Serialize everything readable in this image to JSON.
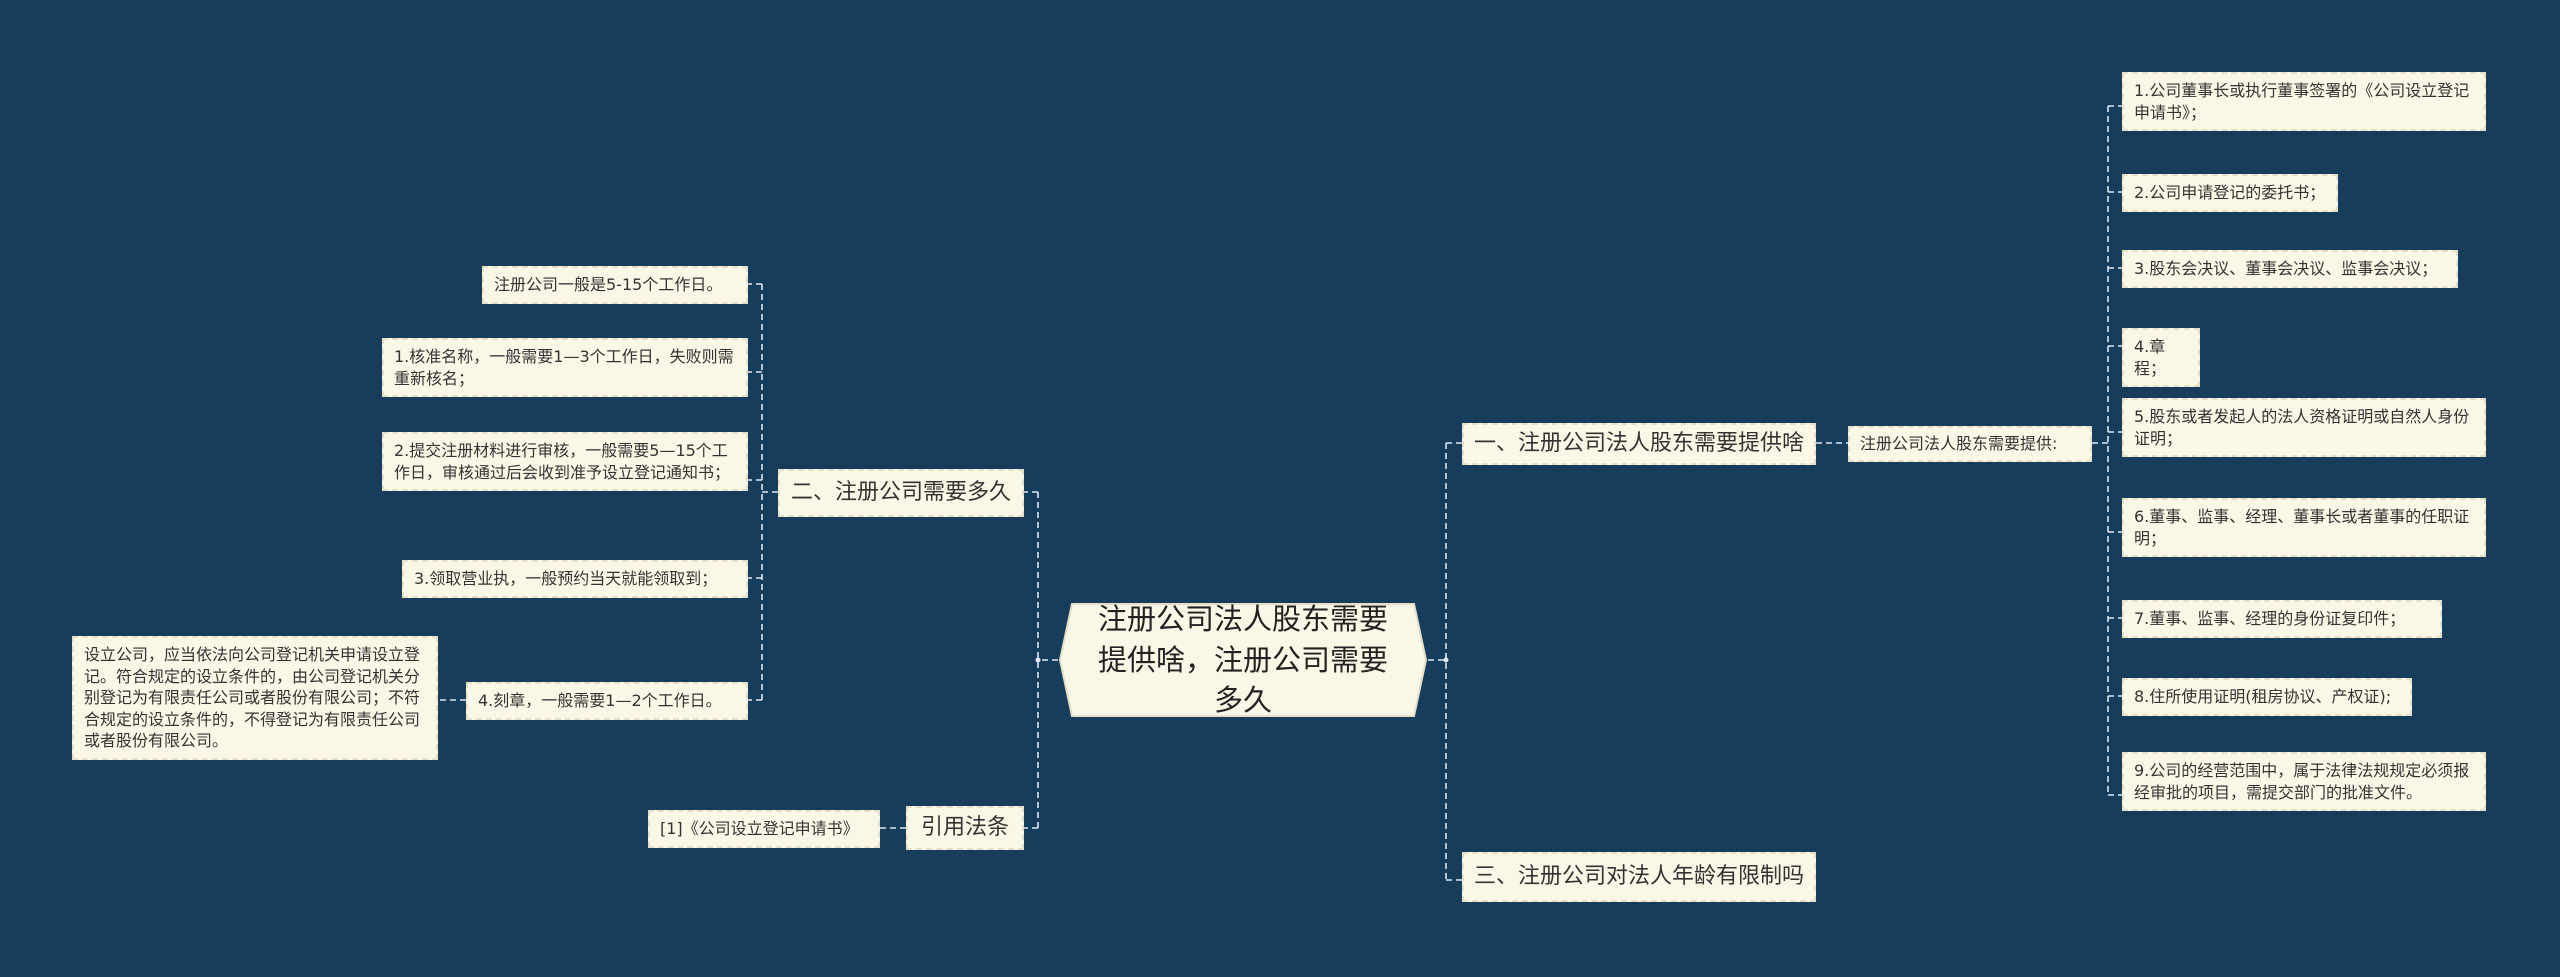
{
  "root": {
    "title": "注册公司法人股东需要提供啥，注册公司需要多久"
  },
  "right": {
    "branch1": {
      "title": "一、注册公司法人股东需要提供啥",
      "sub": {
        "title": "注册公司法人股东需要提供:",
        "items": [
          "1.公司董事长或执行董事签署的《公司设立登记申请书》；",
          "2.公司申请登记的委托书；",
          "3.股东会决议、董事会决议、监事会决议；",
          "4.章程；",
          "5.股东或者发起人的法人资格证明或自然人身份证明；",
          "6.董事、监事、经理、董事长或者董事的任职证明；",
          "7.董事、监事、经理的身份证复印件；",
          "8.住所使用证明(租房协议、产权证);",
          "9.公司的经营范围中，属于法律法规规定必须报经审批的项目，需提交部门的批准文件。"
        ]
      }
    },
    "branch3": {
      "title": "三、注册公司对法人年龄有限制吗"
    }
  },
  "left": {
    "branch2": {
      "title": "二、注册公司需要多久",
      "items": [
        "注册公司一般是5-15个工作日。",
        "1.核准名称，一般需要1—3个工作日，失败则需重新核名；",
        "2.提交注册材料进行审核，一般需要5—15个工作日，审核通过后会收到准予设立登记通知书；",
        "3.领取营业执，一般预约当天就能领取到；",
        "4.刻章，一般需要1—2个工作日。"
      ],
      "item5_note": "设立公司，应当依法向公司登记机关申请设立登记。符合规定的设立条件的，由公司登记机关分别登记为有限责任公司或者股份有限公司；不符合规定的设立条件的，不得登记为有限责任公司或者股份有限公司。"
    },
    "branch4": {
      "title": "引用法条",
      "items": [
        "[1]《公司设立登记申请书》"
      ]
    }
  },
  "colors": {
    "background": "#173d5d",
    "node_fill": "#fbf7e6",
    "node_border": "#e6dfc5",
    "connector": "#dfe6ee"
  }
}
